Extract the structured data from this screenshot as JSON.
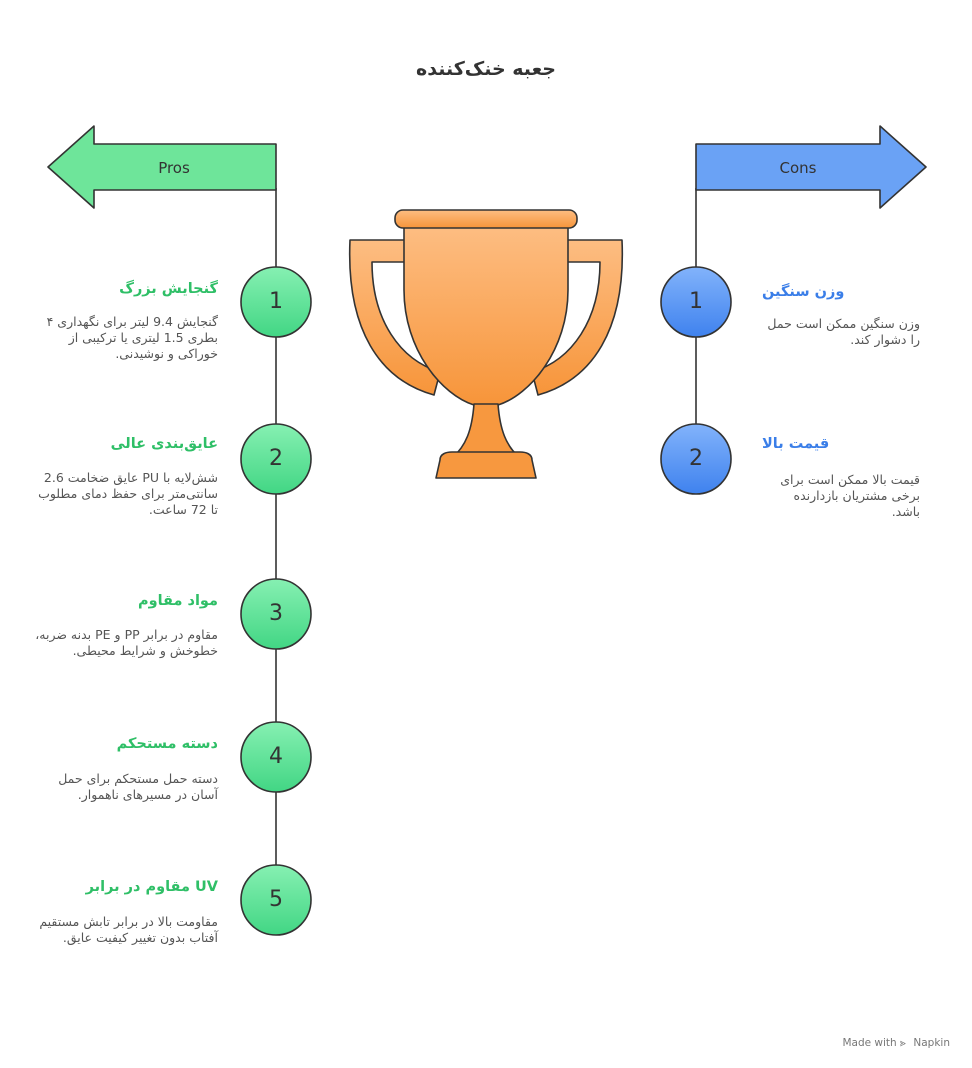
{
  "title": "جعبه خنک‌کننده",
  "pros": {
    "label": "Pros",
    "color": "#6ee59a",
    "items": [
      {
        "num": "1",
        "title": "گنجایش بزرگ",
        "desc": "گنجایش 9.4 لیتر برای نگهداری ۴ بطری 1.5 لیتری یا ترکیبی از خوراکی و نوشیدنی."
      },
      {
        "num": "2",
        "title": "عایق‌بندی عالی",
        "desc": "شش‌لایه با PU عایق ضخامت 2.6 سانتی‌متر برای حفظ دمای مطلوب تا 72 ساعت."
      },
      {
        "num": "3",
        "title": "مواد مقاوم",
        "desc": "مقاوم در برابر PP و PE بدنه ضربه، خطوخش و شرایط محیطی."
      },
      {
        "num": "4",
        "title": "دسته مستحکم",
        "desc": "دسته حمل مستحکم برای حمل آسان در مسیرهای ناهموار."
      },
      {
        "num": "5",
        "title": "UV مقاوم در برابر",
        "desc": "مقاومت بالا در برابر تابش مستقیم آفتاب بدون تغییر کیفیت عایق."
      }
    ]
  },
  "cons": {
    "label": "Cons",
    "color": "#6aa2f5",
    "items": [
      {
        "num": "1",
        "title": "وزن سنگین",
        "desc": "وزن سنگین ممکن است حمل را دشوار کند."
      },
      {
        "num": "2",
        "title": "قیمت بالا",
        "desc": "قیمت بالا ممکن است برای برخی مشتریان بازدارنده باشد."
      }
    ]
  },
  "trophy_icon": "trophy-icon",
  "footer": {
    "made_with": "Made with",
    "brand": "Napkin",
    "icon": "napkin-logo-icon"
  }
}
